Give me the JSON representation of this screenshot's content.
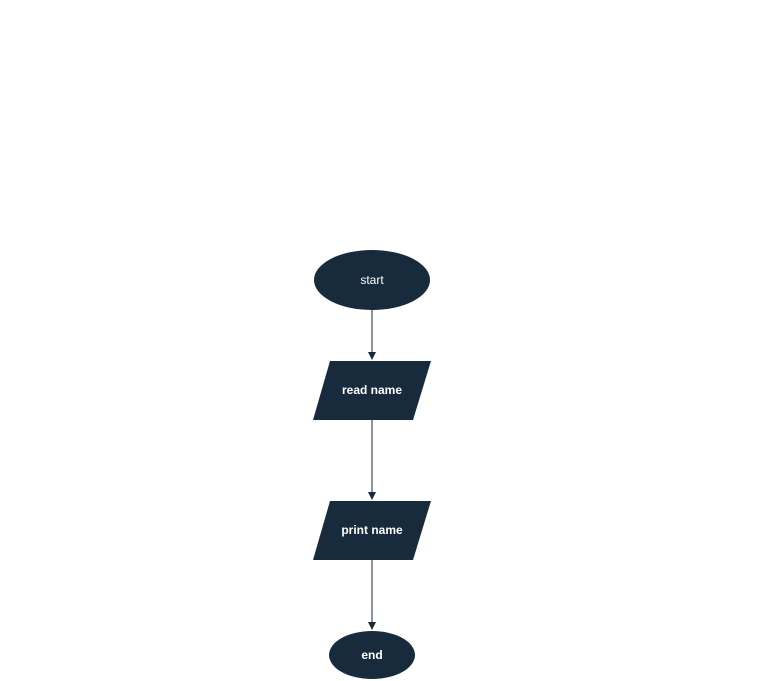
{
  "flowchart": {
    "nodes": [
      {
        "id": "start",
        "shape": "ellipse",
        "label": "start"
      },
      {
        "id": "read",
        "shape": "parallelogram",
        "label": "read name"
      },
      {
        "id": "print",
        "shape": "parallelogram",
        "label": "print name"
      },
      {
        "id": "end",
        "shape": "ellipse",
        "label": "end"
      }
    ],
    "edges": [
      {
        "from": "start",
        "to": "read"
      },
      {
        "from": "read",
        "to": "print"
      },
      {
        "from": "print",
        "to": "end"
      }
    ]
  },
  "colors": {
    "node_fill": "#182b3c",
    "node_text": "#ffffff",
    "connector": "#182b3c",
    "background": "#ffffff"
  }
}
